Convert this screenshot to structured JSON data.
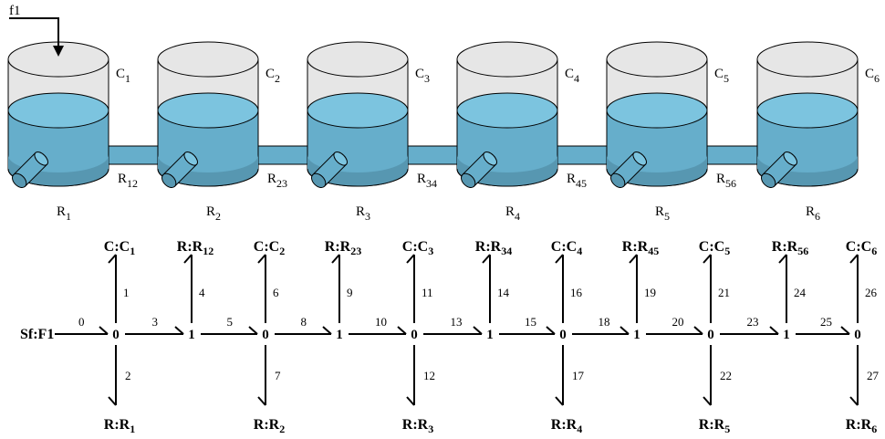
{
  "source_label": "f1",
  "tanks": [
    {
      "cap": "C",
      "cap_sub": "1",
      "res": "R",
      "res_sub": "1"
    },
    {
      "cap": "C",
      "cap_sub": "2",
      "res": "R",
      "res_sub": "2"
    },
    {
      "cap": "C",
      "cap_sub": "3",
      "res": "R",
      "res_sub": "3"
    },
    {
      "cap": "C",
      "cap_sub": "4",
      "res": "R",
      "res_sub": "4"
    },
    {
      "cap": "C",
      "cap_sub": "5",
      "res": "R",
      "res_sub": "5"
    },
    {
      "cap": "C",
      "cap_sub": "6",
      "res": "R",
      "res_sub": "6"
    }
  ],
  "pipes": [
    {
      "main": "R",
      "sub": "12"
    },
    {
      "main": "R",
      "sub": "23"
    },
    {
      "main": "R",
      "sub": "34"
    },
    {
      "main": "R",
      "sub": "45"
    },
    {
      "main": "R",
      "sub": "56"
    }
  ],
  "bond_graph": {
    "source": "Sf:F1",
    "junctions": [
      "0",
      "1",
      "0",
      "1",
      "0",
      "1",
      "0",
      "1",
      "0",
      "1",
      "0"
    ],
    "top_elements": [
      {
        "main": "C:C",
        "sub": "1"
      },
      {
        "main": "R:R",
        "sub": "12"
      },
      {
        "main": "C:C",
        "sub": "2"
      },
      {
        "main": "R:R",
        "sub": "23"
      },
      {
        "main": "C:C",
        "sub": "3"
      },
      {
        "main": "R:R",
        "sub": "34"
      },
      {
        "main": "C:C",
        "sub": "4"
      },
      {
        "main": "R:R",
        "sub": "45"
      },
      {
        "main": "C:C",
        "sub": "5"
      },
      {
        "main": "R:R",
        "sub": "56"
      },
      {
        "main": "C:C",
        "sub": "6"
      }
    ],
    "bottom_elements": [
      {
        "main": "R:R",
        "sub": "1"
      },
      {
        "main": "R:R",
        "sub": "2"
      },
      {
        "main": "R:R",
        "sub": "3"
      },
      {
        "main": "R:R",
        "sub": "4"
      },
      {
        "main": "R:R",
        "sub": "5"
      },
      {
        "main": "R:R",
        "sub": "6"
      }
    ],
    "horizontal_bond_numbers": [
      "0",
      "3",
      "5",
      "8",
      "10",
      "13",
      "15",
      "18",
      "20",
      "23",
      "25"
    ],
    "top_bond_numbers": [
      "1",
      "4",
      "6",
      "9",
      "11",
      "14",
      "16",
      "19",
      "21",
      "24",
      "26"
    ],
    "bottom_bond_numbers": [
      "2",
      "7",
      "12",
      "17",
      "22",
      "27"
    ]
  },
  "colors": {
    "water_top": "#7cc4df",
    "water_side": "#66aecb",
    "water_bottom": "#5797b1",
    "tank_empty": "#e6e6e6",
    "outline": "#000000"
  }
}
